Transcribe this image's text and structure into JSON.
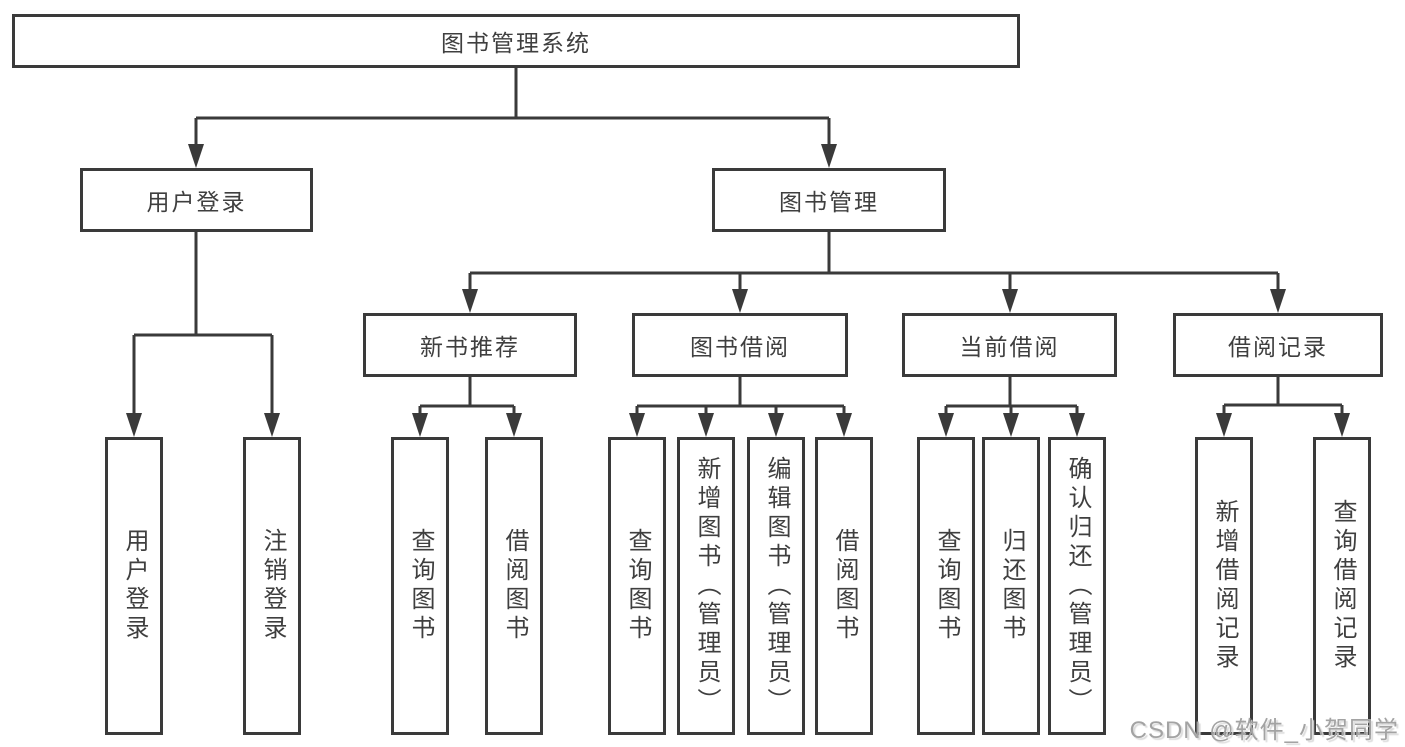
{
  "colors": {
    "line": "#3a3a3a",
    "box_border": "#3a3a3a",
    "box_background": "#ffffff",
    "text": "#3f3f3f",
    "watermark": "#a3a3a3"
  },
  "watermark": {
    "text": "CSDN @软件_小贺同学"
  },
  "nodes": {
    "root": {
      "label": "图书管理系统"
    },
    "user_login": {
      "label": "用户登录"
    },
    "book_mgmt": {
      "label": "图书管理"
    },
    "new_book_rec": {
      "label": "新书推荐"
    },
    "book_borrow": {
      "label": "图书借阅"
    },
    "current_borrow": {
      "label": "当前借阅"
    },
    "borrow_records": {
      "label": "借阅记录"
    },
    "leaf_user_login": {
      "label": "用户登录"
    },
    "leaf_logout_login": {
      "label": "注销登录"
    },
    "leaf_query_book_rec": {
      "label": "查询图书"
    },
    "leaf_borrow_book_rec": {
      "label": "借阅图书"
    },
    "leaf_query_book_borrow": {
      "label": "查询图书"
    },
    "leaf_add_book": {
      "label": "新增图书（管理员）"
    },
    "leaf_edit_book": {
      "label": "编辑图书（管理员）"
    },
    "leaf_borrow_book_borrow": {
      "label": "借阅图书"
    },
    "leaf_query_book_current": {
      "label": "查询图书"
    },
    "leaf_return_book": {
      "label": "归还图书"
    },
    "leaf_confirm_return": {
      "label": "确认归还（管理员）"
    },
    "leaf_add_borrow_record": {
      "label": "新增借阅记录"
    },
    "leaf_query_borrow_record": {
      "label": "查询借阅记录"
    }
  },
  "edges": [
    {
      "from": "root",
      "to": [
        "user_login",
        "book_mgmt"
      ]
    },
    {
      "from": "user_login",
      "to": [
        "leaf_user_login",
        "leaf_logout_login"
      ]
    },
    {
      "from": "book_mgmt",
      "to": [
        "new_book_rec",
        "book_borrow",
        "current_borrow",
        "borrow_records"
      ]
    },
    {
      "from": "new_book_rec",
      "to": [
        "leaf_query_book_rec",
        "leaf_borrow_book_rec"
      ]
    },
    {
      "from": "book_borrow",
      "to": [
        "leaf_query_book_borrow",
        "leaf_add_book",
        "leaf_edit_book",
        "leaf_borrow_book_borrow"
      ]
    },
    {
      "from": "current_borrow",
      "to": [
        "leaf_query_book_current",
        "leaf_return_book",
        "leaf_confirm_return"
      ]
    },
    {
      "from": "borrow_records",
      "to": [
        "leaf_add_borrow_record",
        "leaf_query_borrow_record"
      ]
    }
  ]
}
